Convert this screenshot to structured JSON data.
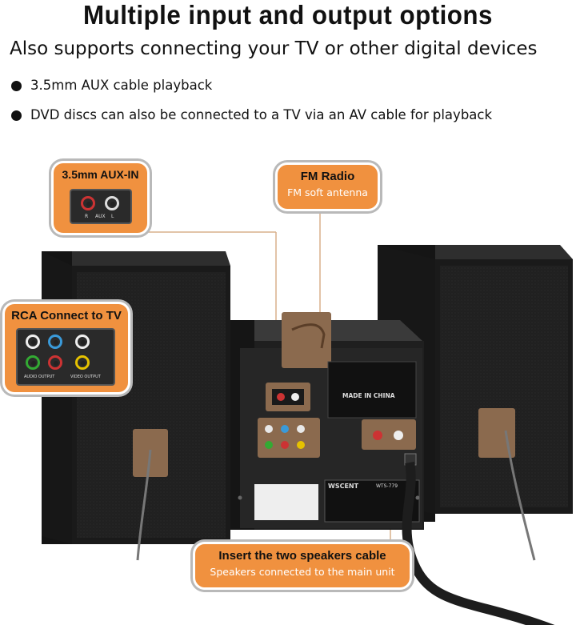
{
  "header": {
    "title": "Multiple input and output options",
    "subtitle": "Also supports connecting your TV or other digital devices"
  },
  "bullets": [
    "3.5mm AUX cable playback",
    "DVD discs can also be connected to a TV via an AV cable for playback"
  ],
  "callouts": {
    "aux": {
      "title": "3.5mm AUX-IN",
      "jack_labels": [
        "R",
        "AUX",
        "L"
      ]
    },
    "fm": {
      "title": "FM Radio",
      "subtitle": "FM soft antenna"
    },
    "rca": {
      "title": "RCA Connect to TV",
      "labels": [
        "AUDIO OUTPUT",
        "VIDEO OUTPUT"
      ]
    },
    "speakers": {
      "title": "Insert the two speakers cable",
      "subtitle": "Speakers connected to the main unit"
    }
  },
  "device": {
    "label_made_in": "MADE IN CHINA",
    "brand": "WSCENT",
    "model": "WTS-779"
  },
  "colors": {
    "callout_orange": "#f0913f",
    "speaker_black": "#1c1c1c",
    "cable_gray": "#8a8a8a"
  }
}
